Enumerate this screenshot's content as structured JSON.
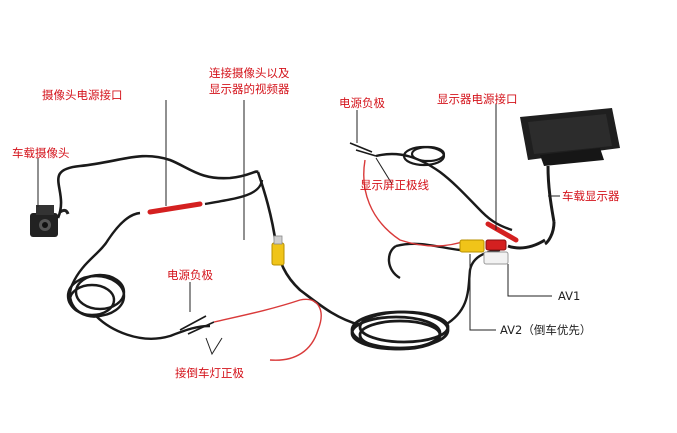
{
  "labels": {
    "camera": "车载摄像头",
    "camera_power_port": "摄像头电源接口",
    "video_line": [
      "连接摄像头以及",
      "显示器的视频器"
    ],
    "power_negative_left": "电源负极",
    "reverse_light_positive": "接倒车灯正极",
    "power_negative_right": "电源负极",
    "display_power_port": "显示器电源接口",
    "display_positive_line": "显示屏正极线",
    "car_display": "车载显示器",
    "av1": "AV1",
    "av2": "AV2（倒车优先）"
  },
  "colors": {
    "label_text": "#d4141c",
    "cable": "#1a1a1a",
    "red_wire": "#d93a3a",
    "red_plug": "#d42020",
    "yellow_rca": "#f0c419",
    "white_rca": "#f2f2f2",
    "display_body": "#1f1f1f"
  }
}
